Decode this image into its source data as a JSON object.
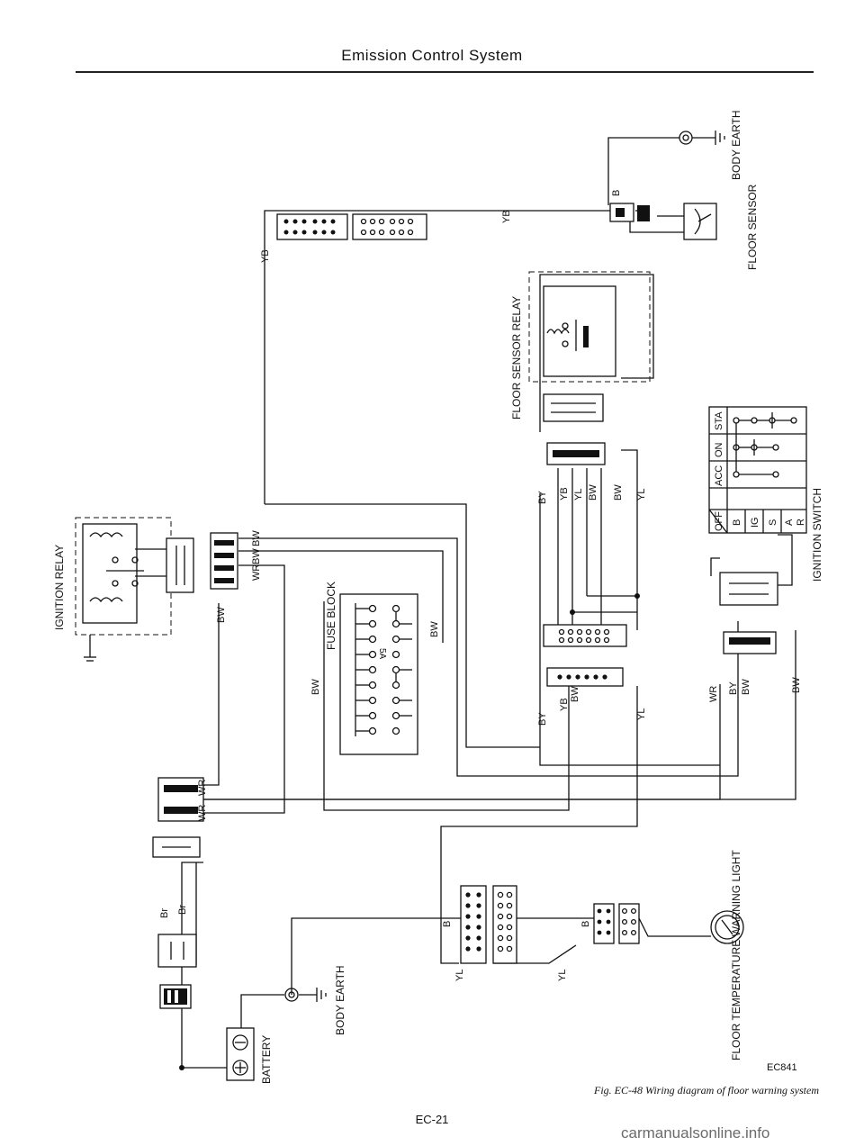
{
  "header": {
    "title": "Emission Control System"
  },
  "components": {
    "ignition_relay": "IGNITION RELAY",
    "fuse_block": "FUSE BLOCK",
    "fuse_rating": "5A",
    "floor_sensor_relay": "FLOOR SENSOR RELAY",
    "body_earth": "BODY EARTH",
    "floor_sensor": "FLOOR SENSOR",
    "ignition_switch": "IGNITION SWITCH",
    "warning_light": "FLOOR TEMPERATURE WARNING LIGHT",
    "battery": "BATTERY"
  },
  "wires": {
    "yb": "YB",
    "b": "B",
    "by": "BY",
    "yl": "YL",
    "bw": "BW",
    "wr": "WR",
    "br": "Br"
  },
  "ignition_switch_table": {
    "columns": [
      "OFF",
      "ACC",
      "ON",
      "STA"
    ],
    "rows": [
      "B",
      "IG",
      "S",
      "A",
      "R"
    ]
  },
  "footer": {
    "code": "EC841",
    "caption": "Fig. EC-48  Wiring diagram of floor warning system",
    "page_number": "EC-21",
    "watermark": "carmanualsonline.info"
  },
  "colors": {
    "ink": "#111111",
    "paper": "#ffffff",
    "watermark": "#6b6b6b"
  }
}
